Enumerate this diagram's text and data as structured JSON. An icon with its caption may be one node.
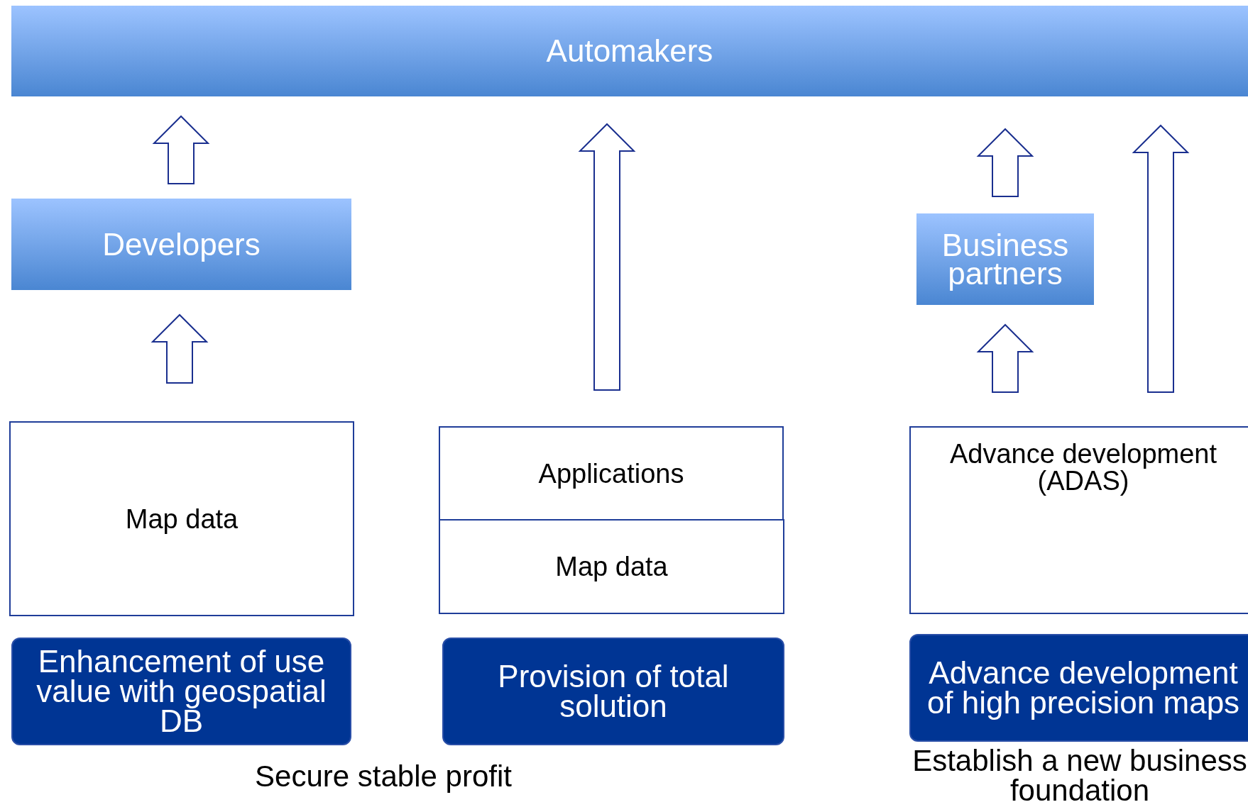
{
  "diagram": {
    "nodes": [
      {
        "text": [
          "Automakers"
        ]
      },
      {
        "text": [
          "Developers"
        ]
      },
      {
        "text": [
          "Business partners"
        ]
      },
      {
        "text": [
          "Map data"
        ]
      },
      {
        "text": [
          "Applications"
        ]
      },
      {
        "text": [
          "Map data"
        ]
      },
      {
        "text": [
          "Advance development (ADAS)"
        ]
      },
      {
        "text": [
          "Enhancement of use value with geospatial DB"
        ]
      },
      {
        "text": [
          "Provision of total solution"
        ]
      },
      {
        "text": [
          "Advance development of high precision maps"
        ]
      }
    ],
    "edges": [
      {
        "from": 3,
        "to": 1,
        "arrow": "to"
      },
      {
        "from": 1,
        "to": 0,
        "arrow": "to"
      },
      {
        "from": 4,
        "to": 0,
        "arrow": "to"
      },
      {
        "from": 6,
        "to": 2,
        "arrow": "to"
      },
      {
        "from": 2,
        "to": 0,
        "arrow": "to"
      },
      {
        "from": 6,
        "to": 0,
        "arrow": "to"
      }
    ],
    "labels": [
      "Secure stable profit",
      "Establish a new business foundation"
    ]
  }
}
